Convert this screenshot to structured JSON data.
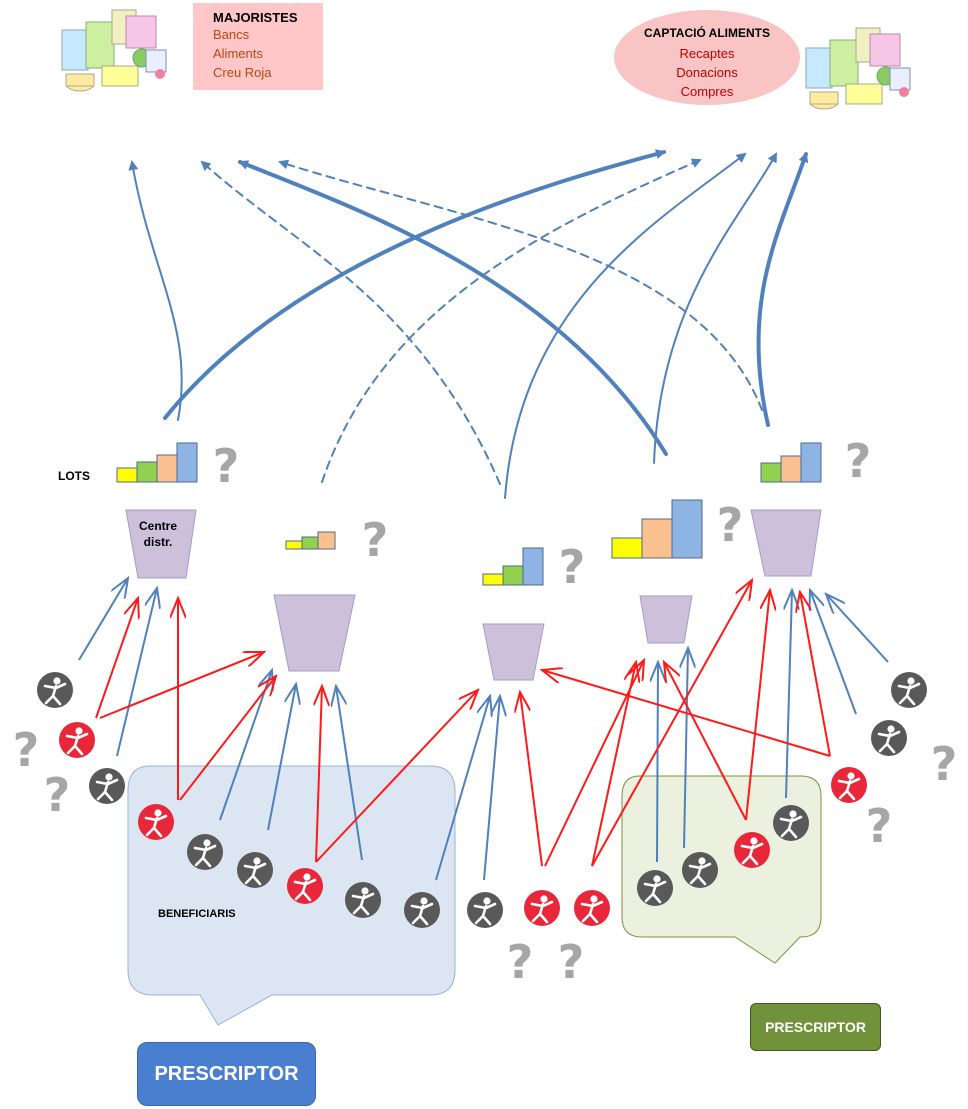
{
  "majoristes": {
    "title": "MAJORISTES",
    "items": [
      "Bancs",
      "Aliments",
      "Creu Roja"
    ]
  },
  "captacio": {
    "title": "CAPTACIÓ  ALIMENTS",
    "items": [
      "Recaptes",
      "Donacions",
      "Compres"
    ]
  },
  "labels": {
    "lots": "LOTS",
    "centre_line1": "Centre",
    "centre_line2": "distr.",
    "beneficiaris": "BENEFICIARIS",
    "prescriptor_left": "PRESCRIPTOR",
    "prescriptor_right": "PRESCRIPTOR",
    "question_mark": "?"
  },
  "colors": {
    "blue_arrow": "#4f81bd",
    "red_arrow": "#ff1a1a",
    "funnel": "#ccc0da",
    "person_gray": "#595959",
    "person_red": "#e8283a",
    "question": "#a6a6a6",
    "bubble_blue": "#dce6f2",
    "bubble_green": "#ebf1de",
    "bar_yellow": "#ffff00",
    "bar_green": "#92d050",
    "bar_orange": "#fac090",
    "bar_blue": "#8db4e2"
  },
  "icons": [
    "food-stock-icon",
    "person-icon",
    "question-mark-icon",
    "funnel-icon",
    "bar-steps-icon"
  ]
}
